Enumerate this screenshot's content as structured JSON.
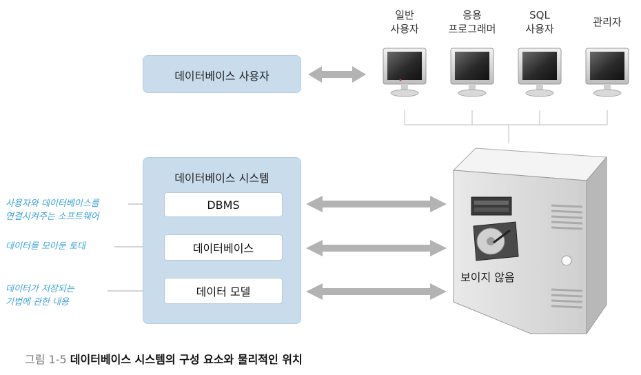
{
  "users": {
    "box_label": "데이터베이스 사용자",
    "types": [
      {
        "line1": "일반",
        "line2": "사용자"
      },
      {
        "line1": "응용",
        "line2": "프로그래머"
      },
      {
        "line1": "SQL",
        "line2": "사용자"
      },
      {
        "line1": "관리자",
        "line2": ""
      }
    ]
  },
  "system": {
    "title": "데이터베이스 시스템",
    "items": [
      {
        "label": "DBMS",
        "note": [
          "사용자와 데이터베이스를",
          "연결시켜주는 소프트웨어"
        ]
      },
      {
        "label": "데이터베이스",
        "note": [
          "데이터를 모아둔 토대"
        ]
      },
      {
        "label": "데이터 모델",
        "note": [
          "데이터가 저장되는",
          "기법에 관한 내용"
        ]
      }
    ]
  },
  "server": {
    "label": "보이지 않음"
  },
  "caption": {
    "number": "그림 1-5",
    "text": "데이터베이스 시스템의 구성 요소와 물리적인 위치"
  },
  "colors": {
    "box_fill": "#c9dcec",
    "arrow": "#b3b3b3",
    "note": "#3ba3d8"
  }
}
